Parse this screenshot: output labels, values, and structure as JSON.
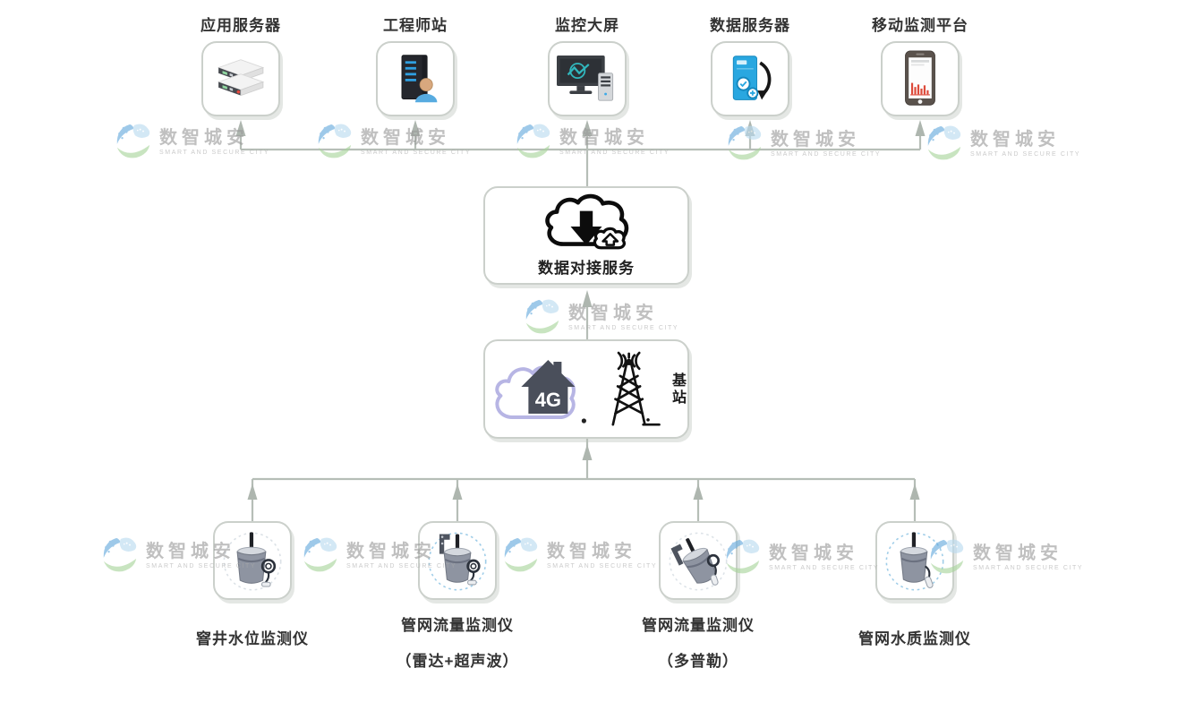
{
  "watermark": {
    "brand": "数智城安",
    "tagline": "SMART AND SECURE CITY"
  },
  "colors": {
    "connector": "#b6beb7",
    "box_border": "#cbd0cb",
    "label_text": "#333333",
    "logo_blue": "#63a9dd",
    "logo_green": "#a8d49b",
    "logo_lightblue": "#b9daf0",
    "server_blue": "#29a7e0",
    "chart_red": "#dd4a3a",
    "screen_teal": "#31b7bd",
    "cloud_purple": "#b7b5e4",
    "house_slate": "#4a4f5b"
  },
  "top_nodes": [
    {
      "label": "应用服务器",
      "icon": "application-server-icon"
    },
    {
      "label": "工程师站",
      "icon": "engineer-workstation-icon"
    },
    {
      "label": "监控大屏",
      "icon": "monitoring-screen-icon"
    },
    {
      "label": "数据服务器",
      "icon": "data-server-icon"
    },
    {
      "label": "移动监测平台",
      "icon": "mobile-platform-icon"
    }
  ],
  "data_service": {
    "label": "数据对接服务",
    "icon": "cloud-data-sync-icon"
  },
  "gateway": {
    "network": "4G",
    "station_label": "基站",
    "icons": [
      "4g-cloud-house-icon",
      "signal-tower-icon"
    ]
  },
  "bottom_nodes": [
    {
      "label": "窨井水位监测仪"
    },
    {
      "label": "管网流量监测仪",
      "sublabel": "（雷达+超声波）"
    },
    {
      "label": "管网流量监测仪",
      "sublabel": "（多普勒）"
    },
    {
      "label": "管网水质监测仪"
    }
  ]
}
